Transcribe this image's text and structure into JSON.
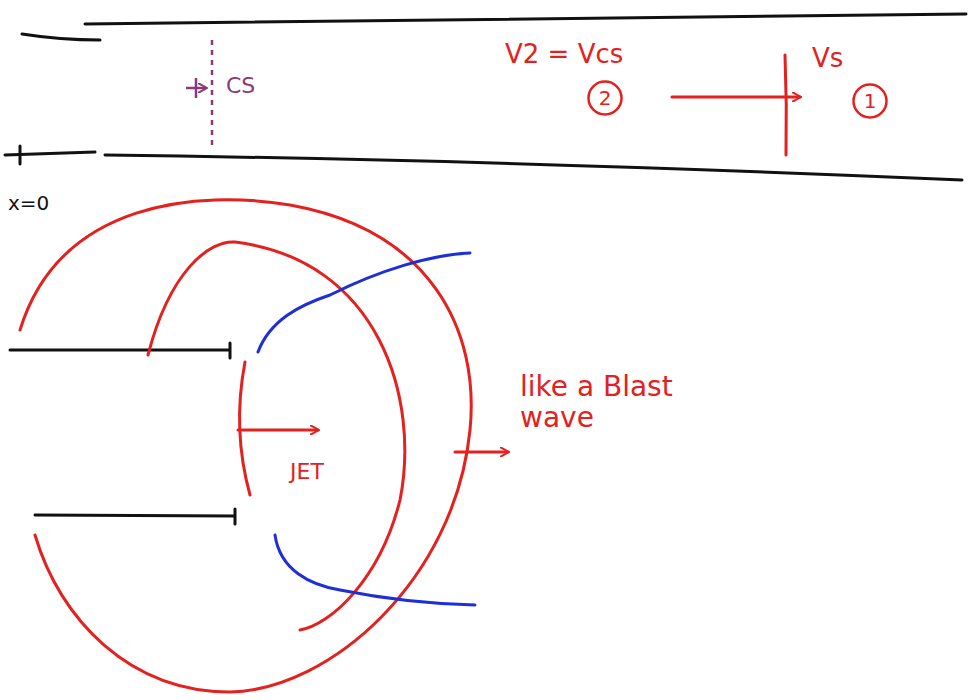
{
  "diagram": {
    "nodes": [
      {
        "text": [
          "2"
        ]
      },
      {
        "text": [
          "1"
        ]
      }
    ],
    "labels": [
      "CS",
      "V2 = Vcs",
      "Vs",
      "x=0",
      "JET",
      "like a Blast wave"
    ]
  }
}
